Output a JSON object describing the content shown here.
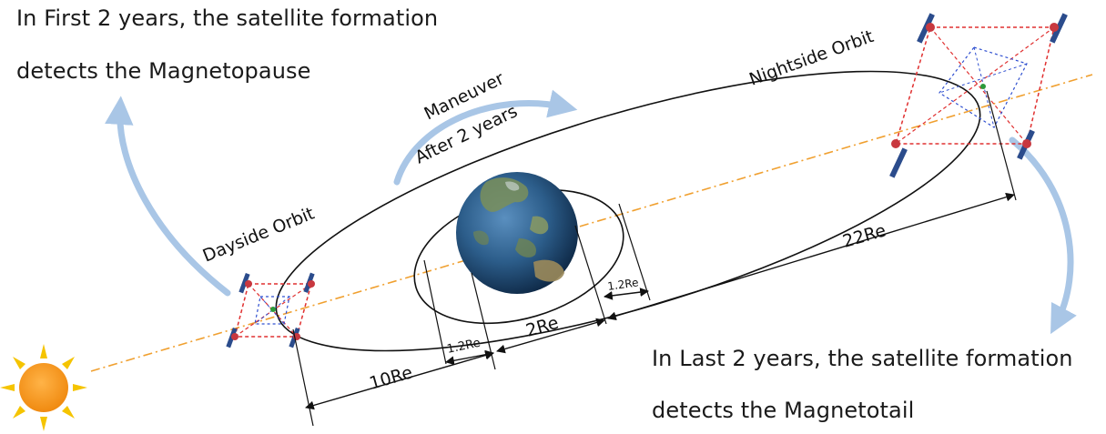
{
  "captions": {
    "first_line1": "In First 2 years, the satellite formation",
    "first_line2": "detects the Magnetopause",
    "last_line1": "In Last 2 years, the satellite formation",
    "last_line2": "detects the Magnetotail"
  },
  "orbits": {
    "dayside_label": "Dayside Orbit",
    "nightside_label": "Nightside Orbit",
    "maneuver_line1": "Maneuver",
    "maneuver_line2": "After 2 years"
  },
  "dimensions": {
    "d_10re": "10Re",
    "d_1_2re_left": "1.2Re",
    "d_2re": "2Re",
    "d_1_2re_right": "1.2Re",
    "d_22re": "22Re"
  },
  "colors": {
    "arrow_blue": "#a9c6e6",
    "sun_line": "#f0a030",
    "formation_red": "#e03030",
    "formation_blue": "#3050d0"
  }
}
